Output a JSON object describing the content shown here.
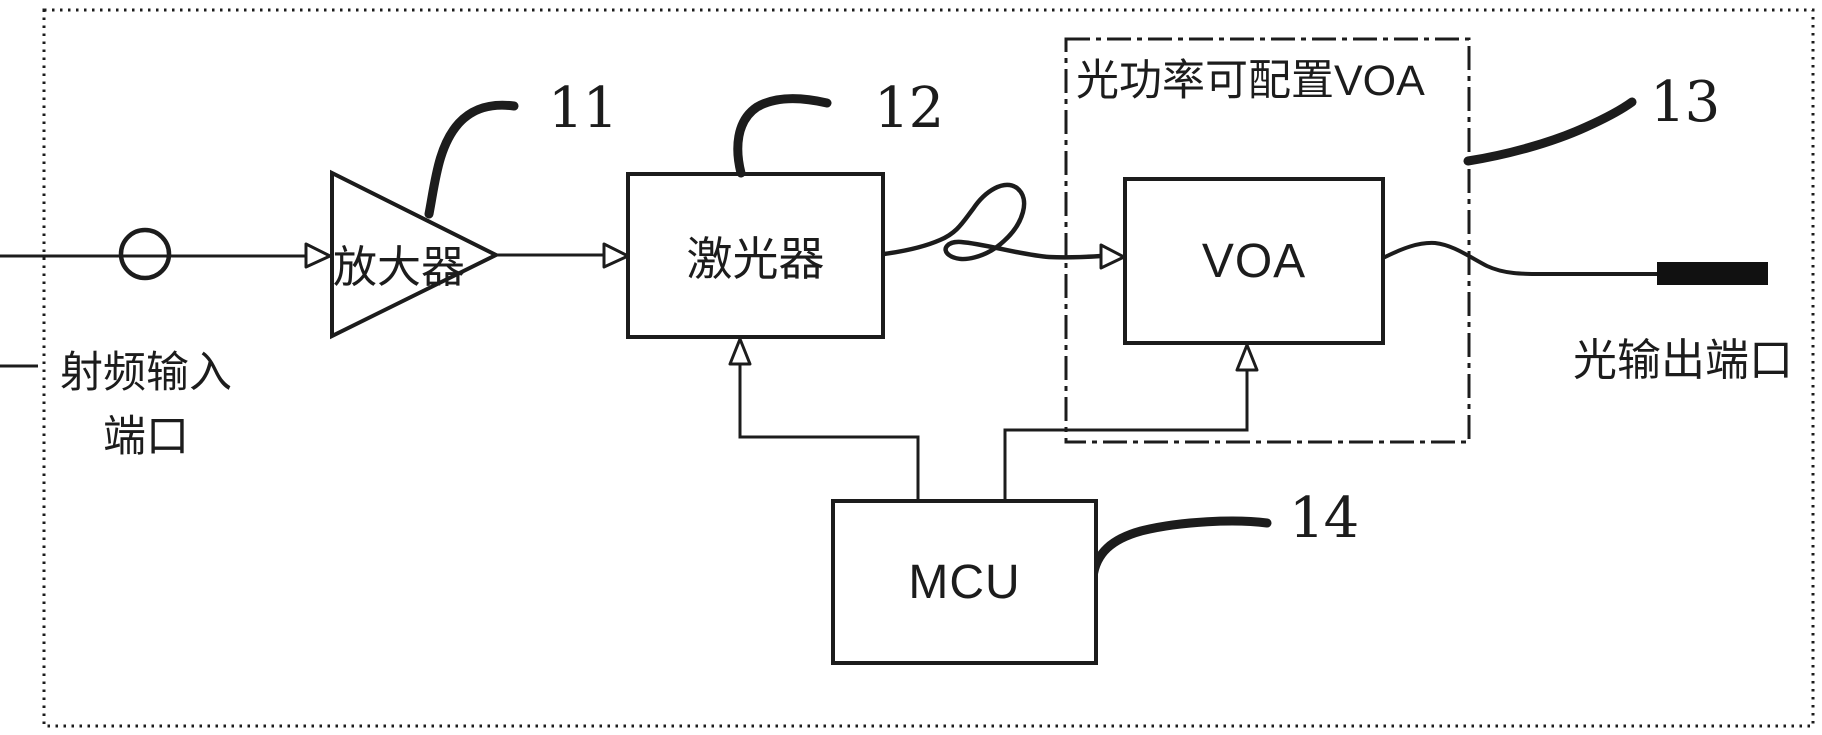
{
  "figure": {
    "background": "#ffffff",
    "ink": "#1c1c1c"
  },
  "group": {
    "title": "光功率可配置VOA",
    "ref": "13"
  },
  "nodes": {
    "amplifier": {
      "label": "放大器",
      "ref": "11"
    },
    "laser": {
      "label": "激光器",
      "ref": "12"
    },
    "voa": {
      "label": "VOA"
    },
    "mcu": {
      "label": "MCU",
      "ref": "14"
    }
  },
  "ports": {
    "rf_input": {
      "label_line1": "射频输入",
      "label_line2": "端口"
    },
    "optical_output": {
      "label": "光输出端口"
    }
  }
}
